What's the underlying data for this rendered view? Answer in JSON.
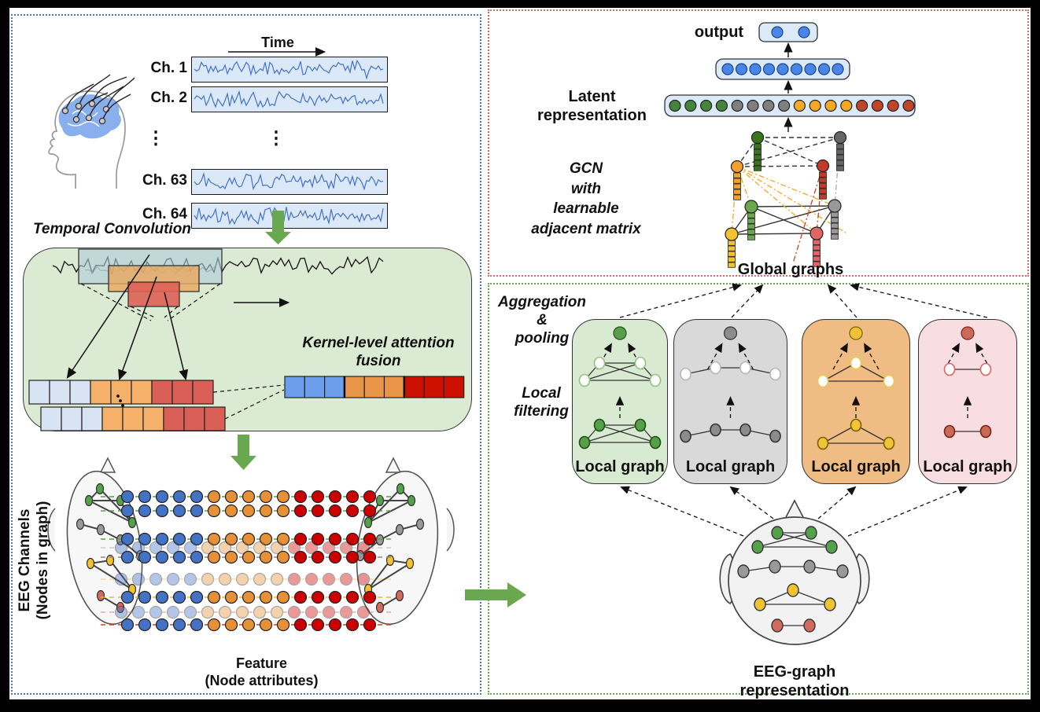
{
  "figure": {
    "background": "#000000",
    "canvas_background": "#ffffff"
  },
  "panels": {
    "left": {
      "border_color": "#4472C4"
    },
    "top_right": {
      "border_color": "#E06666"
    },
    "bottom_right": {
      "border_color": "#6AA84F"
    }
  },
  "left_panel": {
    "time_label": "Time",
    "channel_labels": [
      "Ch. 1",
      "Ch. 2",
      "Ch. 63",
      "Ch. 64"
    ],
    "ellipsis": "⋮",
    "signal_color": "#4472C4",
    "strip_fill": "#DAE8F8",
    "temporal_convolution_label": "Temporal Convolution",
    "kernel_fusion_label": "Kernel-level attention\nfusion",
    "conv_box_fill": "#DBEAD3",
    "kernel_colors": [
      "#AECBDC",
      "#E9A861",
      "#DD6055"
    ],
    "row_cell_colors": [
      "#D8E4F4",
      "#D8E4F4",
      "#D8E4F4",
      "#F5B06A",
      "#F5B06A",
      "#F5B06A",
      "#D95F57",
      "#D95F57",
      "#D95F57"
    ],
    "fused_cell_colors": [
      "#6D9EEB",
      "#6D9EEB",
      "#6D9EEB",
      "#E8954A",
      "#E8954A",
      "#E8954A",
      "#CC1100",
      "#CC1100",
      "#CC1100"
    ],
    "eeg_channels_label": "EEG Channels\n(Nodes in graph)",
    "feature_label": "Feature\n(Node attributes)",
    "feature_dot_colors": [
      "#4472C4",
      "#4472C4",
      "#4472C4",
      "#4472C4",
      "#4472C4",
      "#E69138",
      "#E69138",
      "#E69138",
      "#E69138",
      "#E69138",
      "#CC0000",
      "#CC0000",
      "#CC0000",
      "#CC0000",
      "#CC0000"
    ],
    "group_dash_colors": {
      "green": "#5f9e49",
      "gray": "#8a8a8a",
      "yellow": "#e3b33c",
      "red": "#cc4125"
    },
    "arrow_color": "#6AA84F"
  },
  "top_right_panel": {
    "output_label": "output",
    "latent_label": "Latent\nrepresentation",
    "gcn_label": "GCN\nwith\nlearnable\nadjacent matrix",
    "global_graphs_label": "Global graphs",
    "box_fill": "#DCE9F7",
    "unit_color": "#4A86E8",
    "output_dot_count": 2,
    "hidden_dot_count": 9,
    "latent_dot_colors": [
      "#44843C",
      "#44843C",
      "#44843C",
      "#44843C",
      "#7F7F7F",
      "#7F7F7F",
      "#7F7F7F",
      "#7F7F7F",
      "#F9A825",
      "#F9A825",
      "#F9A825",
      "#F9A825",
      "#C0452B",
      "#C0452B",
      "#C0452B",
      "#C0452B"
    ],
    "global_top_node_colors": [
      "#38761D",
      "#666666",
      "#F1A029",
      "#C13B2A"
    ],
    "global_bottom_node_colors": [
      "#6AA84F",
      "#999999",
      "#F1C232",
      "#E06666"
    ]
  },
  "bottom_right_panel": {
    "aggregation_label": "Aggregation\n&\npooling",
    "local_filtering_label": "Local\nfiltering",
    "eeg_graph_label": "EEG-graph\nrepresentation",
    "local_graphs": [
      {
        "label": "Local graph",
        "shape": "quad",
        "fill": "#D9EAD3",
        "node": "#55A04B",
        "node_border": "#274E13",
        "hollow_border": "#93C47D"
      },
      {
        "label": "Local graph",
        "shape": "chain",
        "fill": "#D9D9D9",
        "node": "#8C8C8C",
        "node_border": "#333333",
        "hollow_border": "#B7B7B7"
      },
      {
        "label": "Local graph",
        "shape": "tri",
        "fill": "#EFBC83",
        "node": "#EFC437",
        "node_border": "#7F6000",
        "hollow_border": "#E7CB4F"
      },
      {
        "label": "Local graph",
        "shape": "pair",
        "fill": "#F8DEE3",
        "node": "#C96A5A",
        "node_border": "#85200C",
        "hollow_border": "#E06666"
      }
    ],
    "head_node_colors": {
      "green": "#55A04B",
      "gray": "#999999",
      "yellow": "#F1C232",
      "red": "#D1695E"
    }
  }
}
